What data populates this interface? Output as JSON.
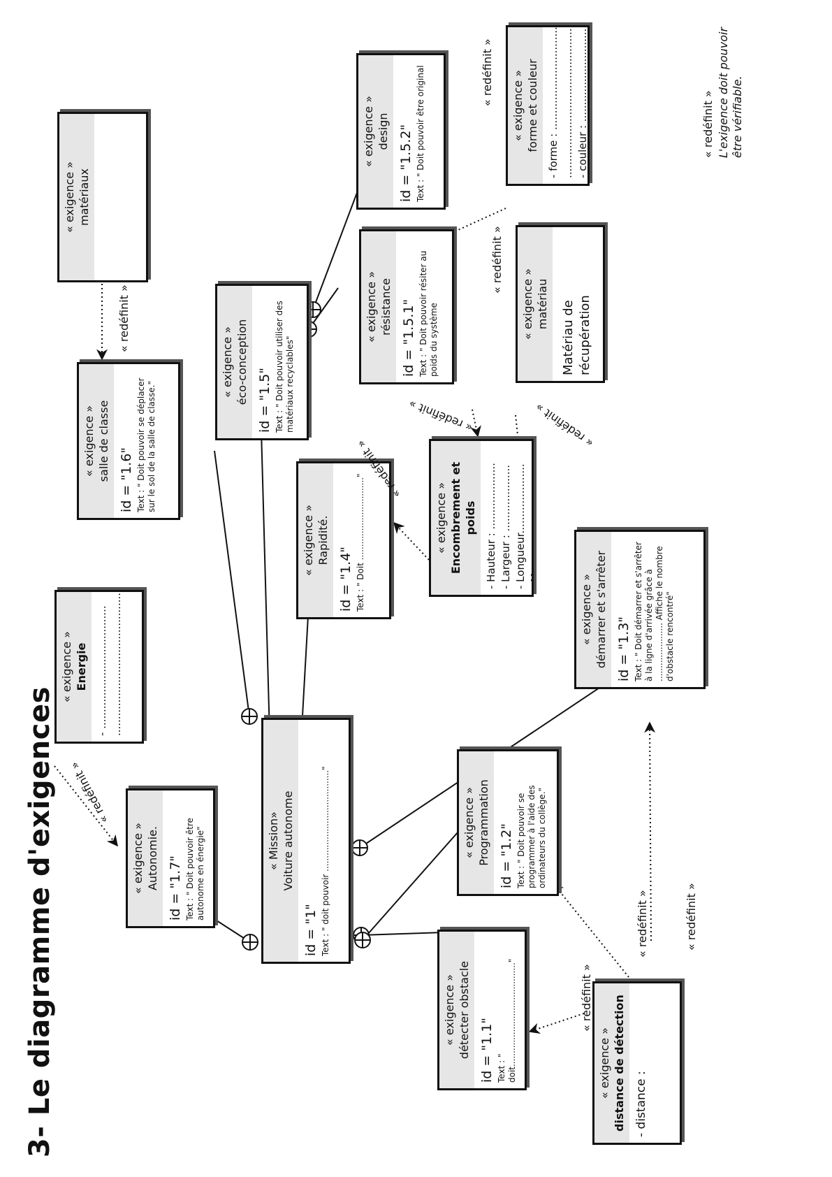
{
  "title": "3- Le diagramme d'exigences",
  "stereotype_req": "« exigence »",
  "redefinit": "« redéfinit »",
  "note": {
    "label": "« redéfinit »",
    "text": "L'exigence doit pouvoir être vérifiable."
  },
  "mission": {
    "stereotype": "« Mission»",
    "name": "Voiture autonome",
    "id": "id = \"1\"",
    "text": "Text : \" doit pouvoir ......................................\""
  },
  "requirements": {
    "r1_1": {
      "name": "détecter obstacle",
      "id": "id = \"1.1\"",
      "text": "Text : \" doit.......................................\""
    },
    "r1_2": {
      "name": "Programmation",
      "id": "id = \"1.2\"",
      "text": "Text : \"  Doit pouvoir se programmer à l'aide des ordinateurs du collège.\""
    },
    "r1_3": {
      "name": "démarrer et s'arrêter",
      "id": "id = \"1.3\"",
      "text": "Text : \"  Doit démarrer et s'arrêter à la ligne d'arrivée grâce à ...................... Affiche le nombre d'obstacle rencontré\""
    },
    "r1_4": {
      "name": "Rapidité.",
      "id": "id = \"1.4\"",
      "text": "Text : \" Doit ...............................\""
    },
    "r1_5": {
      "name": "éco-conception",
      "id": "id = \"1.5\"",
      "text": "Text : \"  Doit pouvoir utiliser des matériaux recyclables\""
    },
    "r1_5_1": {
      "name": "résistance",
      "id": "id = \"1.5.1\"",
      "text": "Text : \"  Doit pouvoir résiter au poids du système"
    },
    "r1_5_2": {
      "name": "design",
      "id": "id = \"1.5.2\"",
      "text": "Text : \"  Doit pouvoir être original"
    },
    "r1_6": {
      "name": "salle de classe",
      "id": "id = \"1.6\"",
      "text": "Text : \"  Doit pouvoir se déplacer sur le sol de la salle de classe.\""
    },
    "r1_7": {
      "name": "Autonomie.",
      "id": "id = \"1.7\"",
      "text": "Text : \" Doit pouvoir être autonome en énergie\""
    }
  },
  "refinements": {
    "energie": {
      "name": "Energie",
      "attrs": [
        "- .....................................",
        "............................................"
      ]
    },
    "materiaux": {
      "name": "matériaux"
    },
    "encombrement": {
      "name": "Encombrement et poids",
      "attrs": [
        "- Hauteur : ....................",
        "- Largeur : ....................",
        "- Longueur.....................",
        "- Masse :  ......................"
      ]
    },
    "materiau": {
      "name": "matériau",
      "body": "Matériau de récupération"
    },
    "forme_couleur": {
      "name": "forme et couleur",
      "attrs": [
        "- forme : ................................",
        "...................................................",
        "- couleur : ..............................."
      ]
    },
    "distance": {
      "name": "distance de détection",
      "attrs": [
        "- distance :"
      ]
    }
  }
}
